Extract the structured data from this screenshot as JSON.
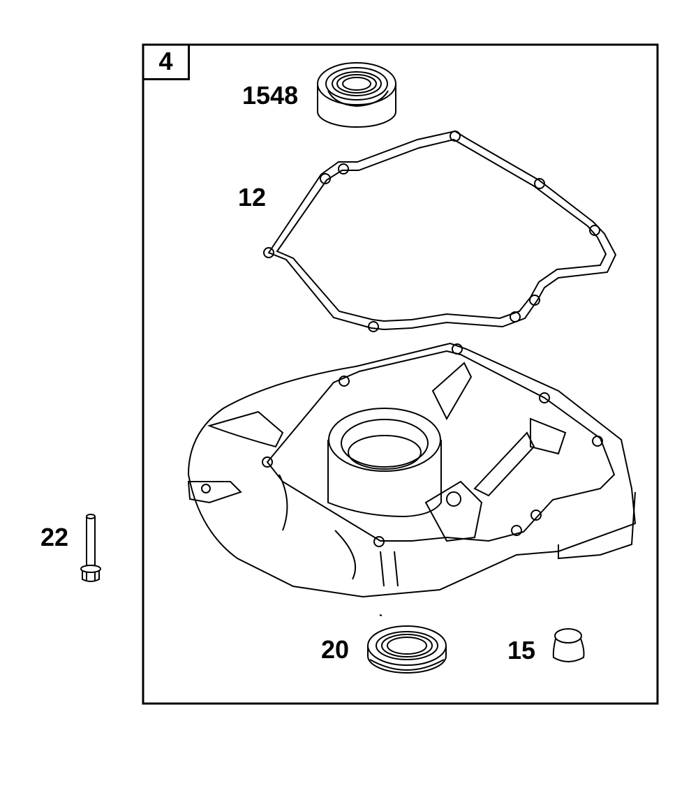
{
  "assembly": {
    "number": "4"
  },
  "parts": [
    {
      "ref": "1548",
      "name": "ball bearing"
    },
    {
      "ref": "12",
      "name": "gasket"
    },
    {
      "ref": "22",
      "name": "flange bolt"
    },
    {
      "ref": "20",
      "name": "oil seal"
    },
    {
      "ref": "15",
      "name": "plug cap"
    }
  ],
  "colors": {
    "line": "#000000",
    "background": "#ffffff"
  }
}
